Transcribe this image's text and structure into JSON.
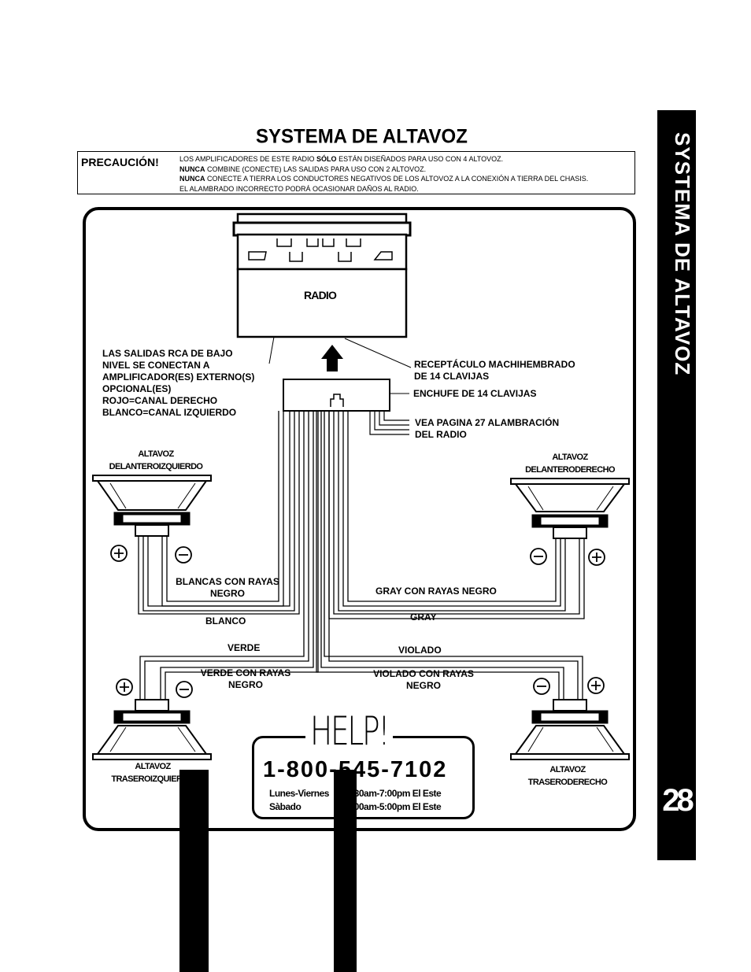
{
  "page": {
    "title": "SYSTEMA DE ALTAVOZ",
    "side_tab_text": "SYSTEMA DE ALTAVOZ",
    "page_number": "28"
  },
  "caution": {
    "heading": "PRECAUCIÓN!",
    "line1_a": "LOS AMPLIFICADORES DE ESTE RADIO ",
    "line1_b": "SÓLO",
    "line1_c": " ESTÁN DISEÑADOS PARA USO CON 4 ALTOVOZ.",
    "line2_a": "NUNCA",
    "line2_b": " COMBINE (CONECTE) LAS SALIDAS PARA USO CON 2 ALTOVOZ.",
    "line3_a": "NUNCA",
    "line3_b": " CONECTE A TIERRA LOS CONDUCTORES NEGATIVOS DE LOS ALTOVOZ A LA CONEXIÓN A TIERRA DEL CHASIS.",
    "line4": "EL ALAMBRADO INCORRECTO PODRÁ OCASIONAR DAÑOS AL RADIO."
  },
  "diagram": {
    "radio_label": "RADIO",
    "rca_note": [
      "LAS SALIDAS RCA DE BAJO",
      "NIVEL SE CONECTAN A",
      "AMPLIFICADOR(ES) EXTERNO(S)",
      "OPCIONAL(ES)",
      "ROJO=CANAL DERECHO",
      "BLANCO=CANAL IZQUIERDO"
    ],
    "receptacle": [
      "RECEPTÁCULO MACHIHEMBRADO",
      "DE 14 CLAVIJAS"
    ],
    "plug": "ENCHUFE DE 14 CLAVIJAS",
    "see_page": [
      "VEA PAGINA 27 ALAMBRACIÓN",
      "DEL RADIO"
    ],
    "speaker_front_left": [
      "ALTAVOZ",
      "DELANTEROIZQUIERDO"
    ],
    "speaker_front_right": [
      "ALTAVOZ",
      "DELANTERODERECHO"
    ],
    "speaker_rear_left": [
      "ALTAVOZ",
      "TRASEROIZQUIERDO"
    ],
    "speaker_rear_right": [
      "ALTAVOZ",
      "TRASERODERECHO"
    ],
    "wire_white_striped": [
      "BLANCAS CON RAYAS",
      "NEGRO"
    ],
    "wire_white": "BLANCO",
    "wire_gray_striped": "GRAY CON RAYAS NEGRO",
    "wire_gray": "GRAY",
    "wire_green": "VERDE",
    "wire_green_striped": [
      "VERDE CON RAYAS",
      "NEGRO"
    ],
    "wire_violet": "VIOLADO",
    "wire_violet_striped": [
      "VIOLADO CON RAYAS",
      "NEGRO"
    ]
  },
  "help": {
    "word": "HELP!",
    "phone": "1-800-545-7102",
    "weekday_label": "Lunes-Viernes",
    "weekday_hours": "8:30am-7:00pm El Este",
    "saturday_label": "Sàbado",
    "saturday_hours": "9:00am-5:00pm El Este"
  }
}
